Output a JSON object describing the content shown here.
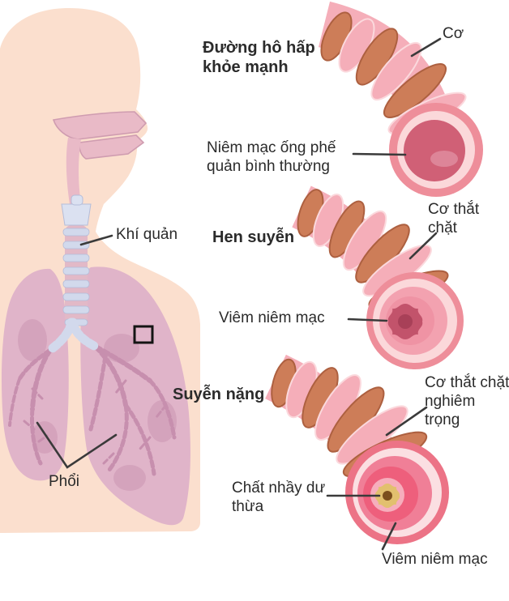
{
  "diagram": {
    "anatomy": {
      "trachea_label": "Khí quản",
      "lungs_label": "Phổi"
    },
    "sections": [
      {
        "title": "Đường hô hấp khỏe mạnh",
        "muscle_label": "Cơ",
        "mucosa_label": "Niêm mạc ống phế quản bình thường"
      },
      {
        "title": "Hen suyễn",
        "muscle_label": "Cơ thắt chặt",
        "mucosa_label": "Viêm niêm mạc"
      },
      {
        "title": "Suyễn nặng",
        "muscle_label": "Cơ thắt chặt nghiêm trọng",
        "mucus_label": "Chất nhầy dư thừa",
        "mucosa_label": "Viêm niêm mạc"
      }
    ]
  },
  "colors": {
    "text": "#2b2b2b",
    "line": "#3a3a3a",
    "skin": "#fbdfce",
    "airway-pink": "#e9bac7",
    "airway-outline": "#cf9cb0",
    "lung": "#e0b4c9",
    "lung-branch": "#c78fae",
    "trachea": "#d2d9ec",
    "trachea-edge": "#b4bdd9",
    "muscle": "#cd7d58",
    "muscle-edge": "#ad6040",
    "tube-pink": "#f5aeb9",
    "tube-pink-light": "#fbd9dd",
    "rim": "#ee8e9a",
    "rim-ring": "#fbd8da",
    "lumen": "#d06076",
    "mucosa": "#f3a2b0",
    "lumen-dark": "#c2536b",
    "severe-rim": "#ec7386",
    "severe-ring": "#fbdfe2",
    "severe-wall": "#f07f97",
    "halo": "#f6aebc",
    "mucus": "#e2c06e",
    "mucus-dark": "#7c4f1c",
    "frame": "#141414"
  }
}
